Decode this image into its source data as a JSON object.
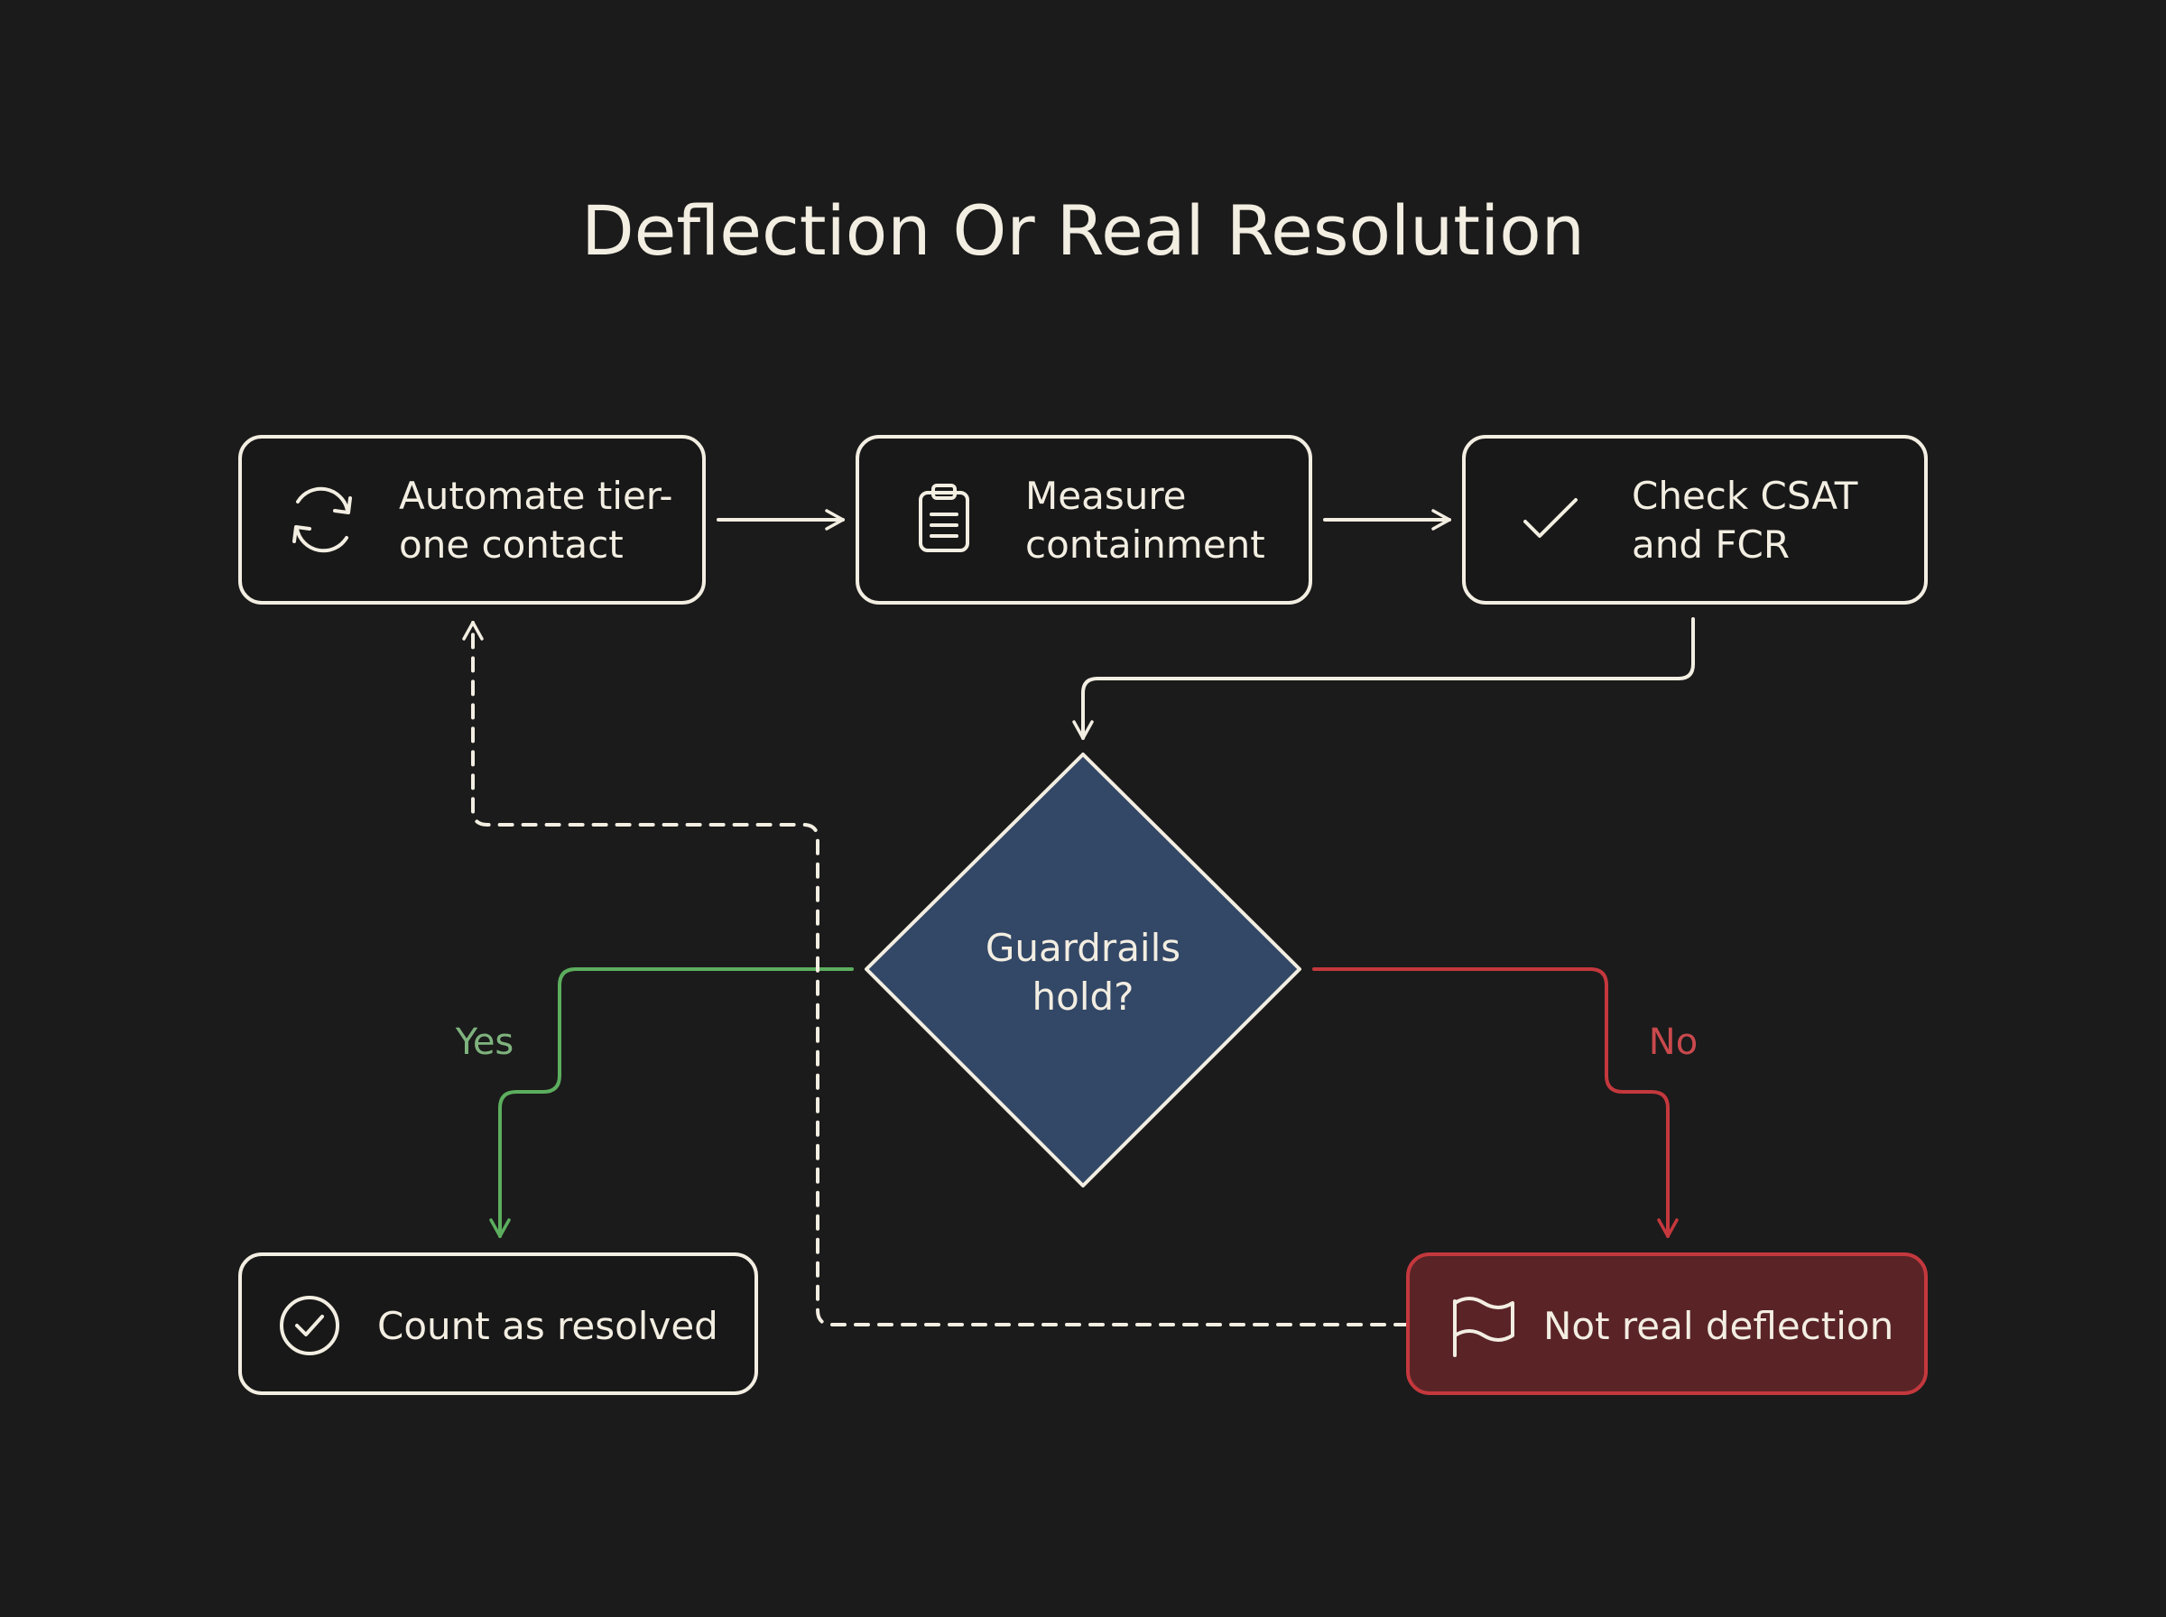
{
  "title": "Deflection Or Real Resolution",
  "colors": {
    "background": "#1b1b1b",
    "foreground": "#f3eee2",
    "decision_fill": "#334766",
    "yes": "#5cae5e",
    "no": "#c4383d",
    "no_fill": "#5a2427"
  },
  "nodes": {
    "automate": {
      "label_line1": "Automate tier-",
      "label_line2": "one contact",
      "icon": "refresh-icon"
    },
    "measure": {
      "label_line1": "Measure",
      "label_line2": "containment",
      "icon": "clipboard-icon"
    },
    "check": {
      "label_line1": "Check CSAT",
      "label_line2": "and FCR",
      "icon": "checkmark-icon"
    },
    "decision": {
      "label_line1": "Guardrails",
      "label_line2": "hold?"
    },
    "resolved": {
      "label": "Count as resolved",
      "icon": "check-circle-icon"
    },
    "not_real": {
      "label": "Not real deflection",
      "icon": "flag-icon"
    }
  },
  "edges": {
    "yes_label": "Yes",
    "no_label": "No"
  }
}
